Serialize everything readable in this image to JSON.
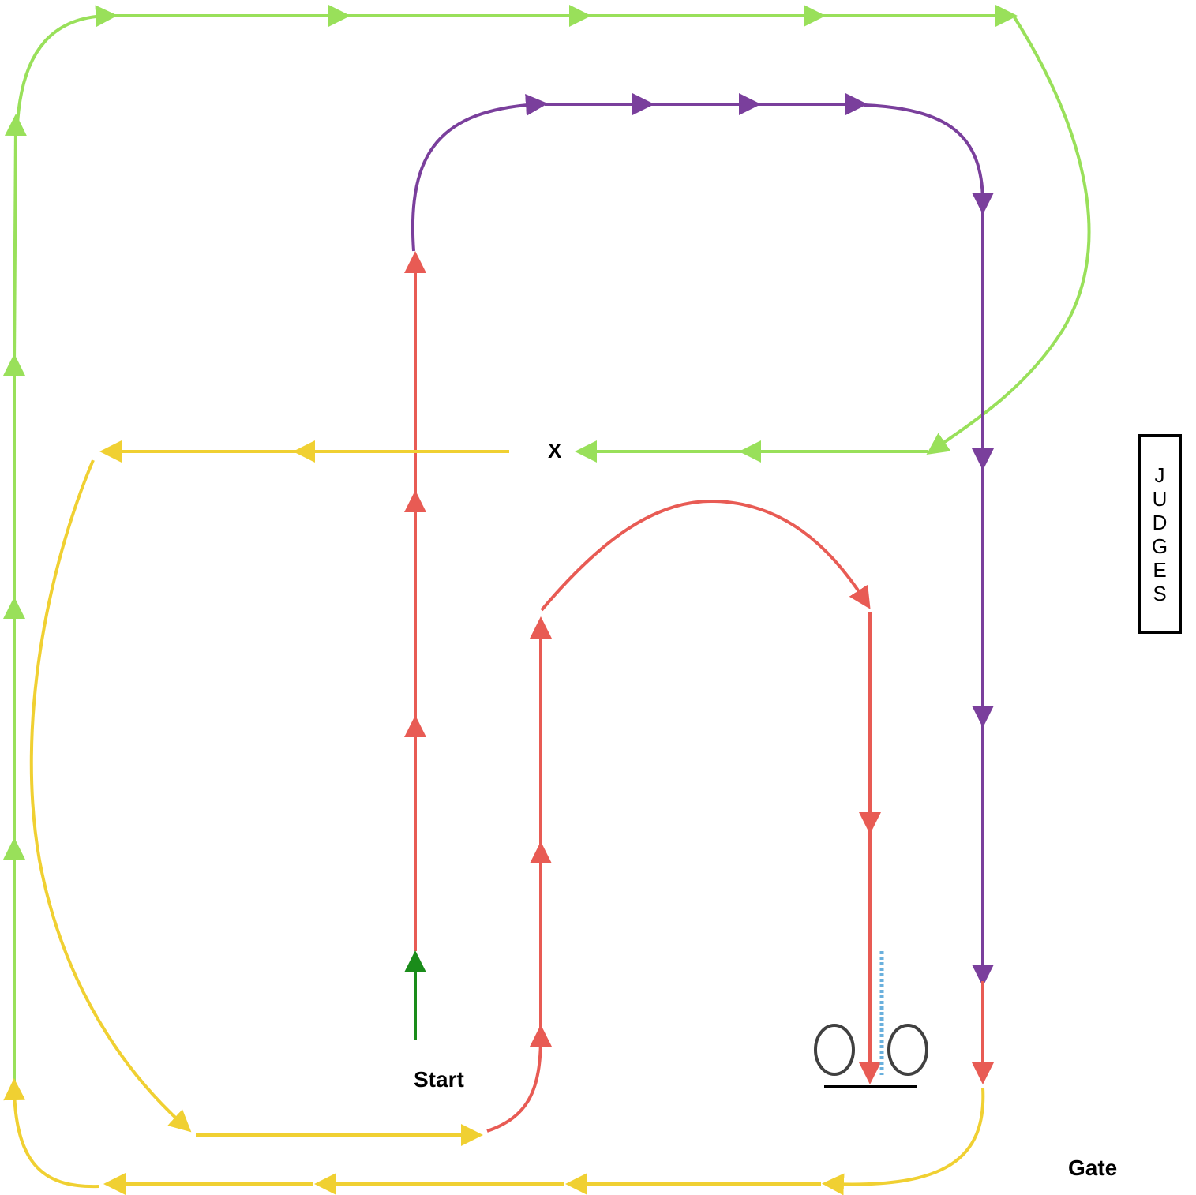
{
  "labels": {
    "x_marker": "X",
    "start": "Start",
    "gate": "Gate"
  },
  "judges": {
    "letters": [
      "J",
      "U",
      "D",
      "G",
      "E",
      "S"
    ]
  },
  "colors": {
    "green": "#99e05a",
    "purple": "#7a3f9c",
    "red": "#e85b54",
    "yellow": "#f0d032",
    "start_green": "#1a8c1a",
    "blue_dashes": "#6ab0dd",
    "cone_outline": "#404040"
  },
  "icons": {
    "cones": "barrel-pair-icon",
    "direction": "arrowhead-icon"
  }
}
